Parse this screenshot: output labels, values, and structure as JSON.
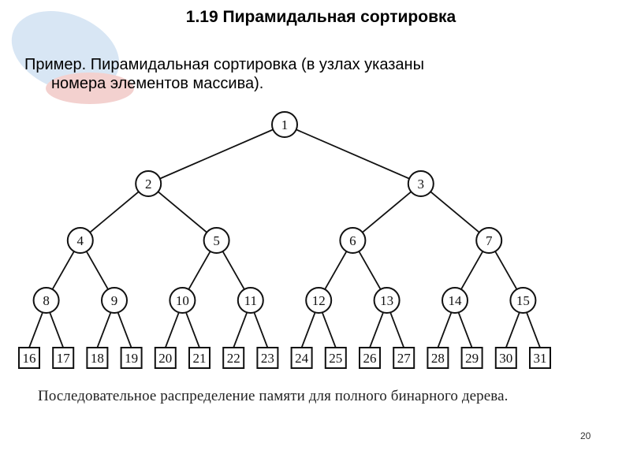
{
  "slide": {
    "title": "1.19 Пирамидальная сортировка",
    "subtitle_line1": "Пример. Пирамидальная сортировка (в узлах указаны",
    "subtitle_line2": "номера элементов массива).",
    "caption": "Последовательное распределение памяти для полного бинарного дерева.",
    "page_number": "20"
  },
  "tree": {
    "node_count": 31,
    "levels": 5
  }
}
